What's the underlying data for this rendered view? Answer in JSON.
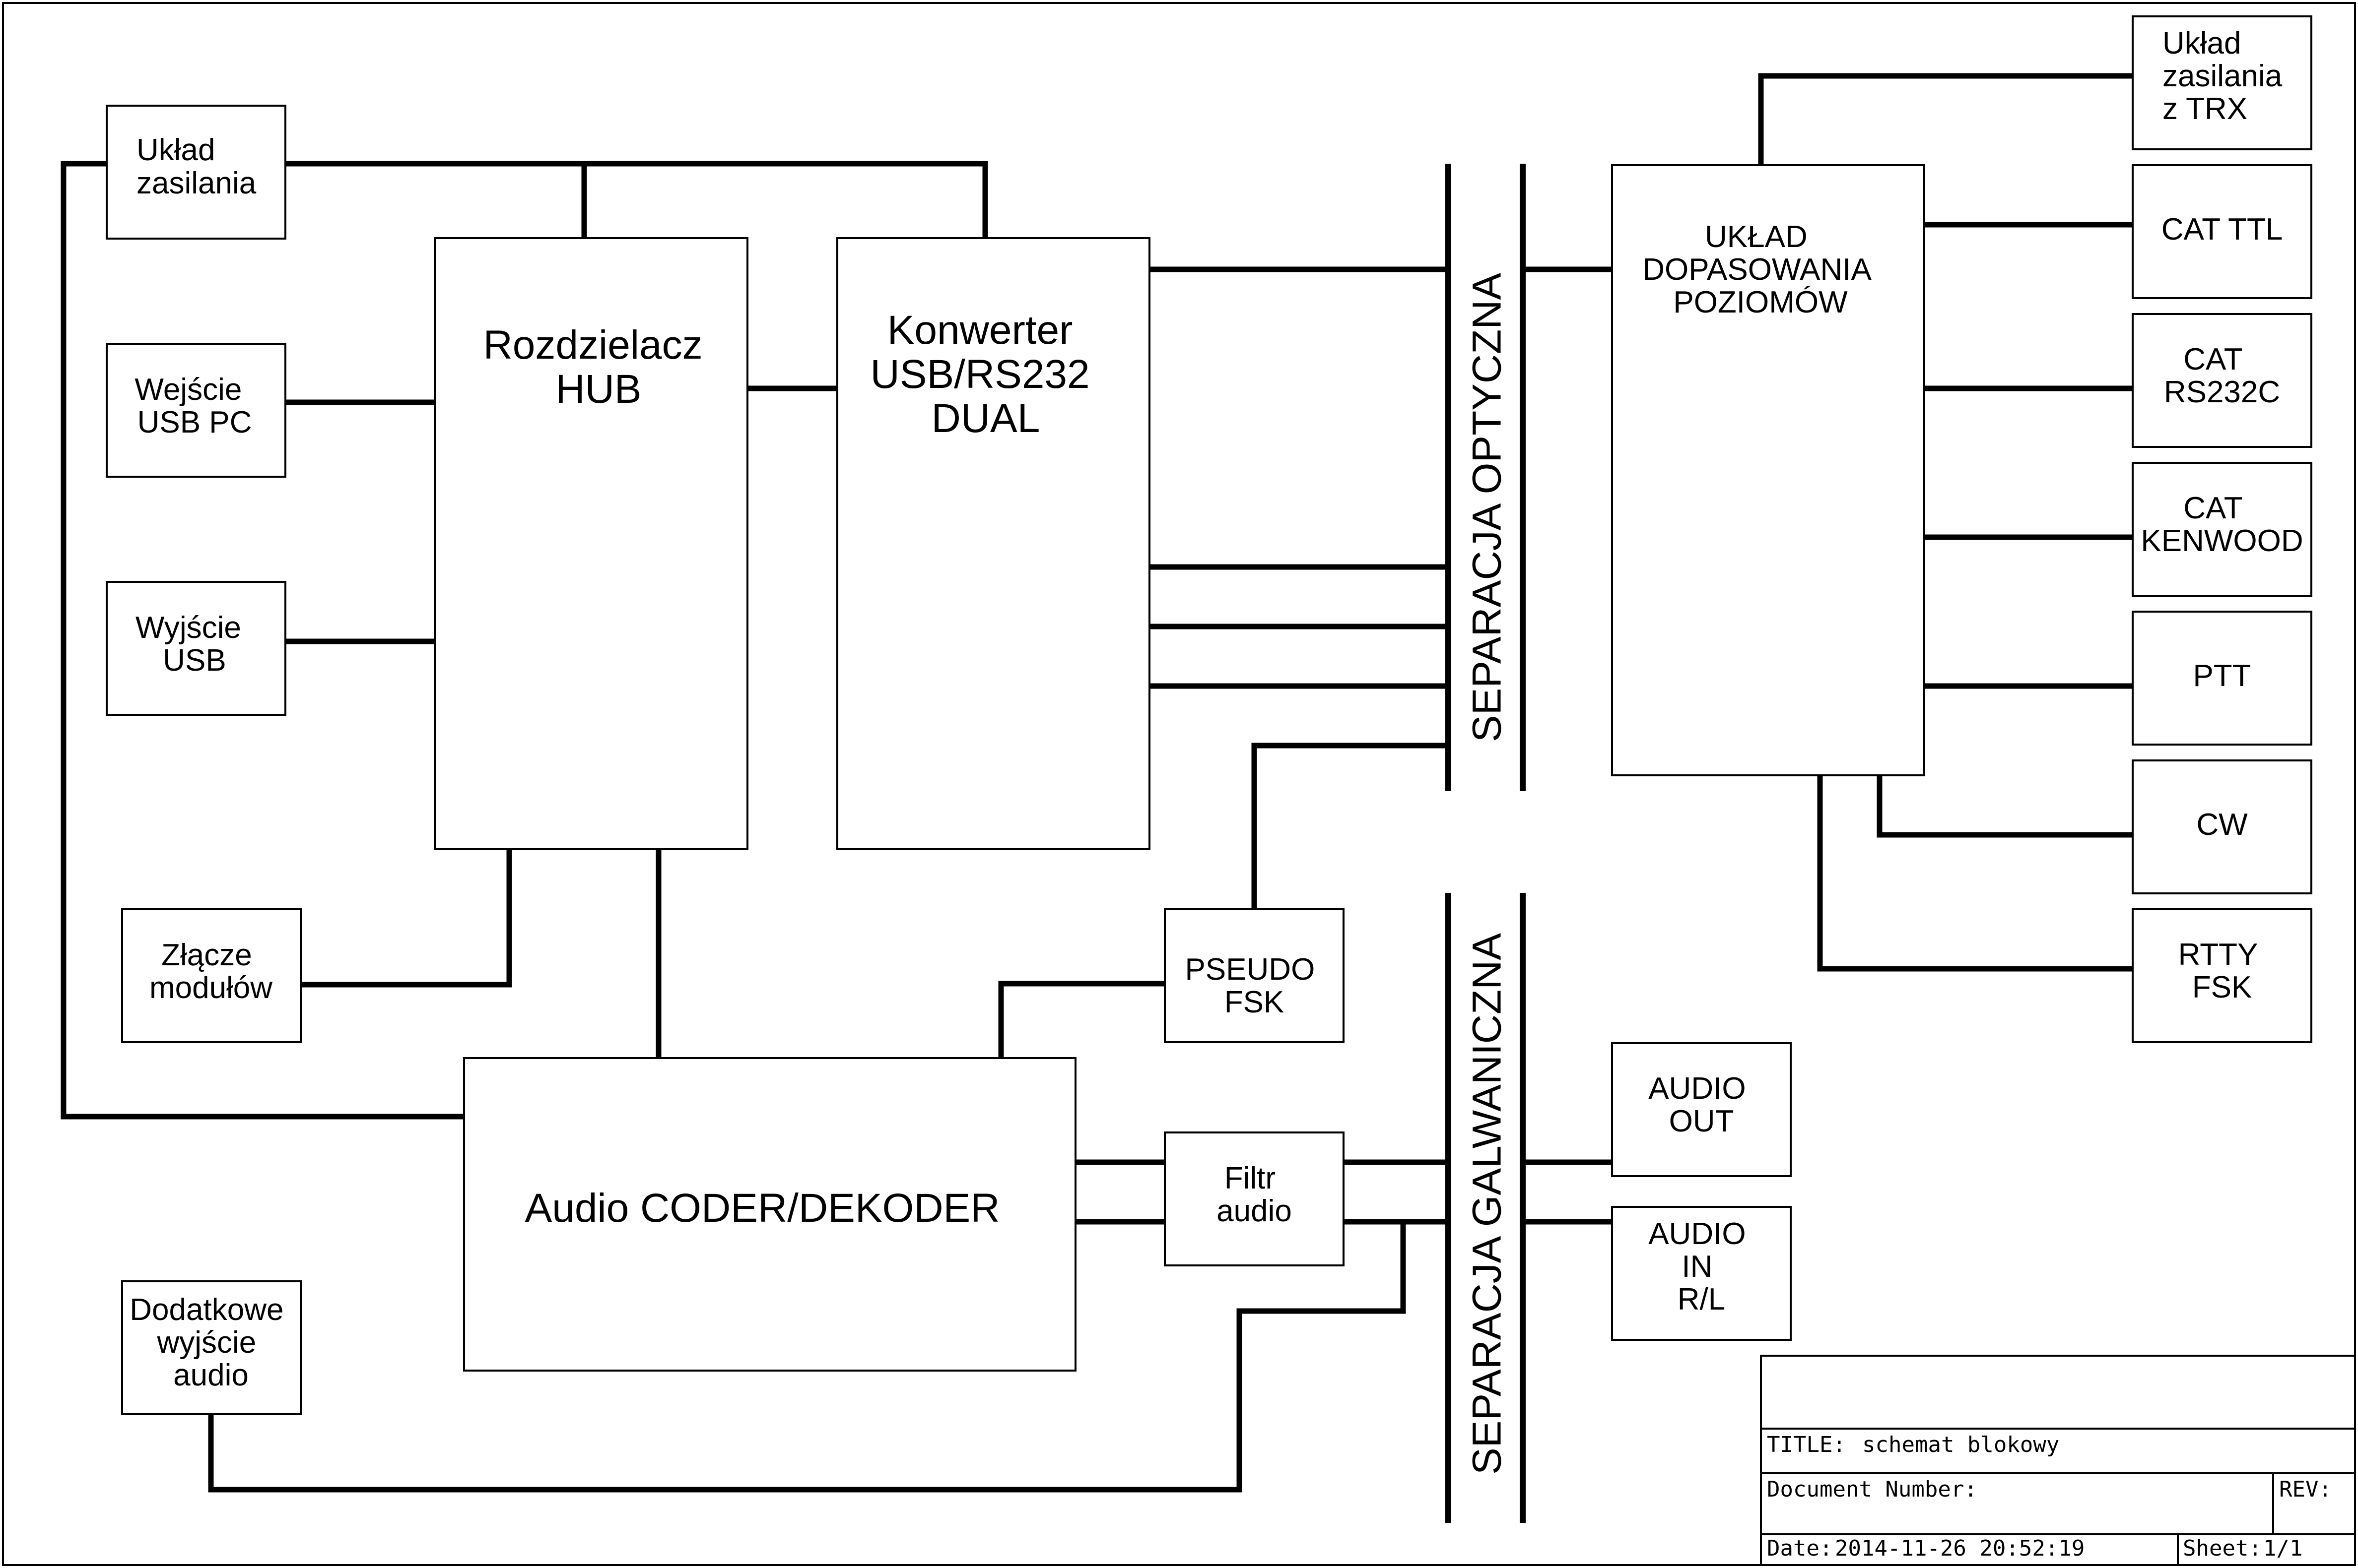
{
  "blocks": {
    "uklad_zasilania": [
      "Układ",
      "zasilania"
    ],
    "wejscie_usb_pc": [
      "Wejście",
      "USB PC"
    ],
    "wyjscie_usb": [
      "Wyjście",
      "USB"
    ],
    "zlacze_modulow": [
      "Złącze",
      "modułów"
    ],
    "dodatkowe_wyjscie_audio": [
      "Dodatkowe",
      "wyjście",
      "audio"
    ],
    "rozdzielacz_hub": [
      "Rozdzielacz",
      "HUB"
    ],
    "konwerter": [
      "Konwerter",
      "USB/RS232",
      "DUAL"
    ],
    "audio_coder": [
      "Audio CODER/DEKODER"
    ],
    "pseudo_fsk": [
      "PSEUDO",
      "FSK"
    ],
    "filtr_audio": [
      "Filtr",
      "audio"
    ],
    "uklad_dopasowania": [
      "UKŁAD",
      "DOPASOWANIA",
      "POZIOMÓW"
    ],
    "uklad_zasilania_trx": [
      "Układ",
      "zasilania",
      "z TRX"
    ],
    "cat_ttl": [
      "CAT TTL"
    ],
    "cat_rs232c": [
      "CAT",
      "RS232C"
    ],
    "cat_kenwood": [
      "CAT",
      "KENWOOD"
    ],
    "ptt": [
      "PTT"
    ],
    "cw": [
      "CW"
    ],
    "rtty_fsk": [
      "RTTY",
      "FSK"
    ],
    "audio_out": [
      "AUDIO",
      "OUT"
    ],
    "audio_in": [
      "AUDIO",
      "IN",
      "R/L"
    ]
  },
  "separators": {
    "optical": "SEPARACJA OPTYCZNA",
    "galvanic": "SEPARACJA GALWANICZNA"
  },
  "title_block": {
    "title_label": "TITLE:",
    "title_value": "schemat blokowy",
    "doc_number_label": "Document Number:",
    "rev_label": "REV:",
    "date_label": "Date:",
    "date_value": "2014-11-26 20:52:19",
    "sheet_label": "Sheet:",
    "sheet_value": "1/1"
  }
}
